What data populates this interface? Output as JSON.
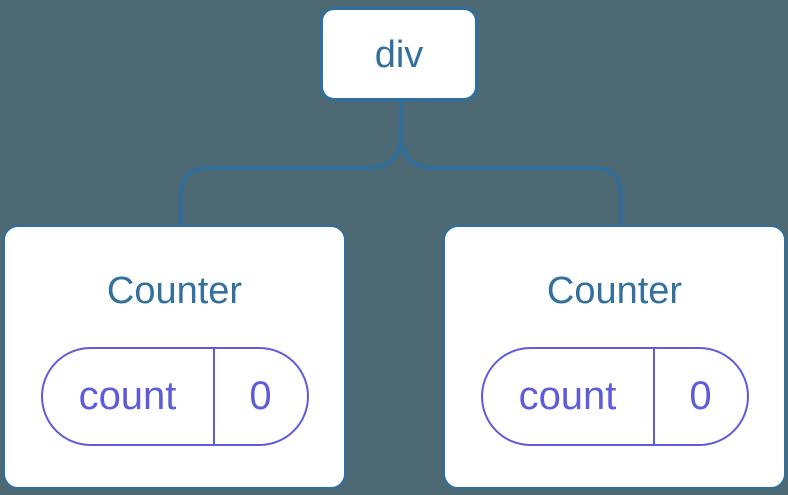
{
  "diagram": {
    "type": "component-tree",
    "colors": {
      "bg": "#4d6974",
      "blue": "#2e6f9f",
      "label": "#32709e",
      "purple": "#5e5cd9",
      "card": "#ffffff"
    },
    "root": {
      "label": "div"
    },
    "children": [
      {
        "title": "Counter",
        "state": {
          "key": "count",
          "value": "0"
        }
      },
      {
        "title": "Counter",
        "state": {
          "key": "count",
          "value": "0"
        }
      }
    ]
  }
}
